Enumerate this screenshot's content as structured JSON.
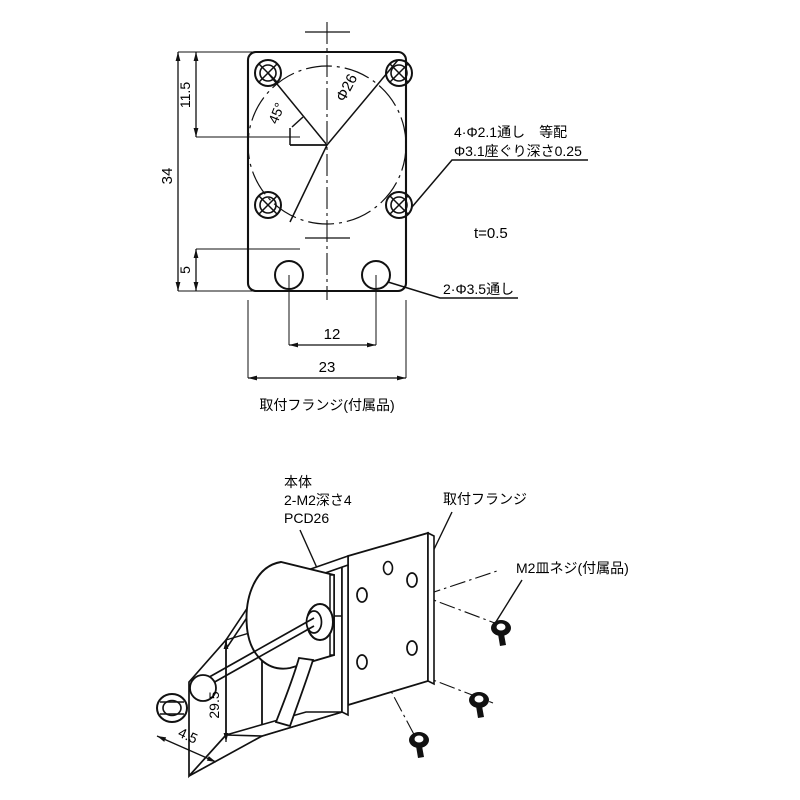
{
  "drawing": {
    "title_top_view": "取付フランジ(付属品)",
    "top_view": {
      "dimensions": {
        "height_total": "34",
        "height_upper": "11.5",
        "height_lower": "5",
        "width_total": "23",
        "width_inner": "12",
        "pitch_circle": "Φ26",
        "angle": "45°"
      },
      "notes": {
        "hole_note_line1": "4·Φ2.1通し　等配",
        "hole_note_line2": "Φ3.1座ぐり深さ0.25",
        "thickness": "t=0.5",
        "bottom_hole_note": "2·Φ3.5通し"
      }
    },
    "iso_view": {
      "labels": {
        "body_line1": "本体",
        "body_line2": "2-M2深さ4",
        "body_line3": "PCD26",
        "flange": "取付フランジ",
        "screw": "M2皿ネジ(付属品)"
      },
      "dimensions": {
        "height": "29.5",
        "depth": "4.5"
      }
    },
    "colors": {
      "line": "#111111",
      "background": "#ffffff"
    }
  }
}
